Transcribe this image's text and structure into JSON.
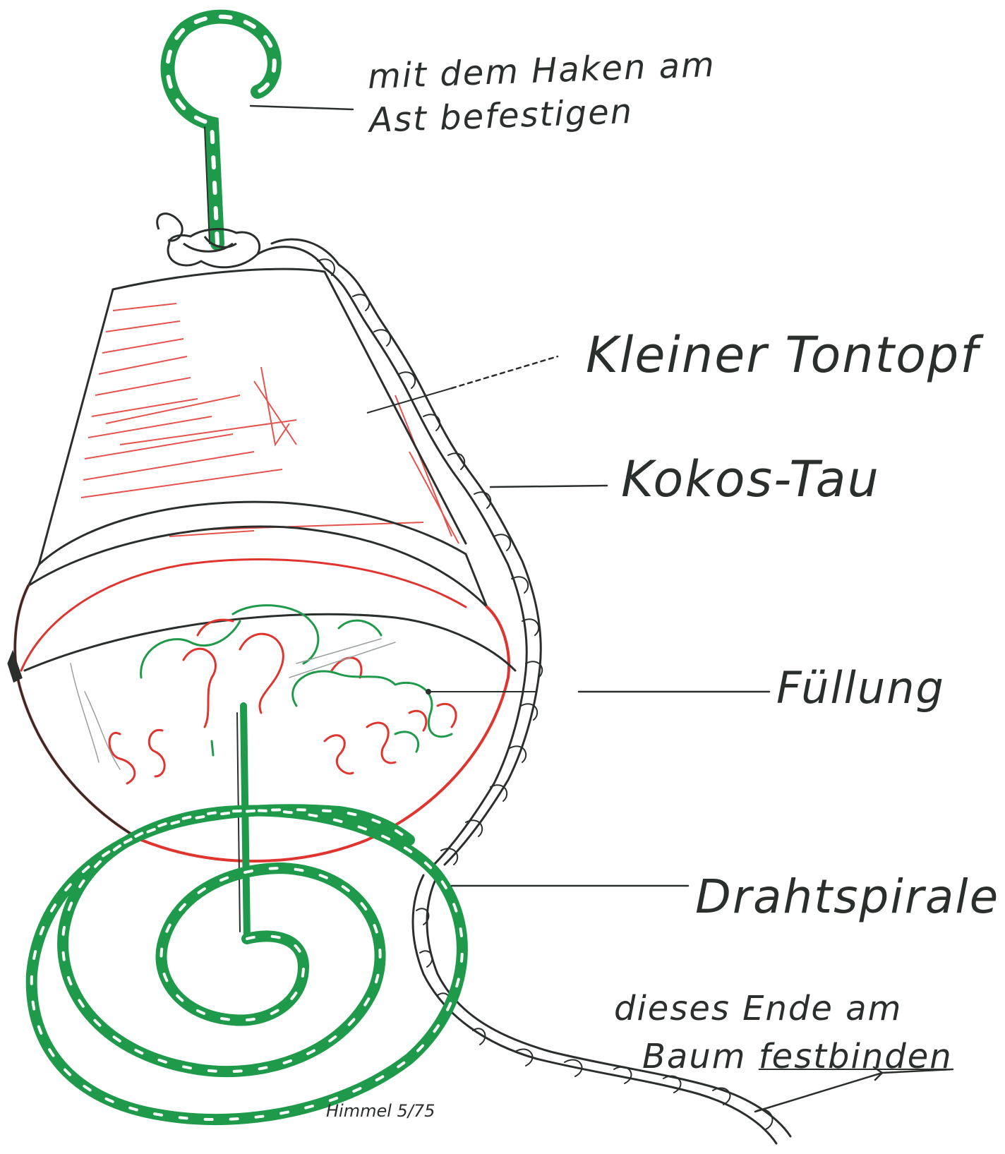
{
  "labels": {
    "hook_line1": "mit dem Haken am",
    "hook_line2": "Ast befestigen",
    "pot": "Kleiner Tontopf",
    "rope": "Kokos-Tau",
    "filling": "Füllung",
    "spiral": "Drahtspirale",
    "end_line1": "dieses Ende am",
    "end_line2_a": "Baum ",
    "end_line2_b": "festbinden"
  },
  "signature": "Himmel 5/75",
  "colors": {
    "ink": "#2b2f2c",
    "green": "#1e9a4a",
    "red": "#e0342e",
    "grey": "#9aa09c"
  }
}
